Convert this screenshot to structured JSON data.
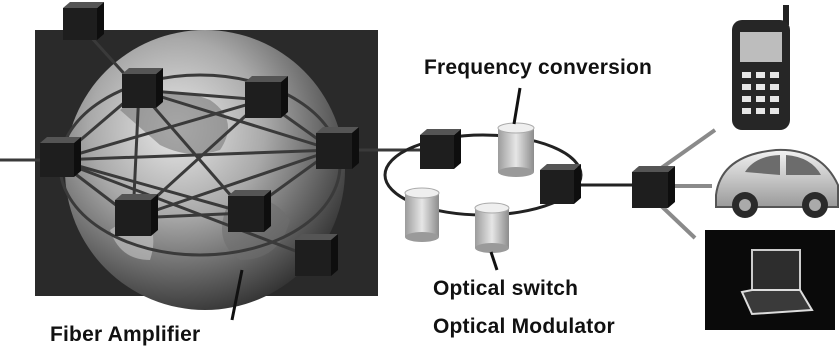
{
  "labels": {
    "frequency_conversion": "Frequency conversion",
    "optical_switch": "Optical switch",
    "optical_modulator": "Optical Modulator",
    "fiber_amplifier": "Fiber Amplifier"
  },
  "icons": {
    "globe": "earth-globe-icon",
    "node": "network-node-cube-icon",
    "cylinder": "optical-component-cylinder-icon",
    "phone": "mobile-phone-icon",
    "car": "car-icon",
    "laptop": "laptop-icon"
  },
  "colors": {
    "background": "#ffffff",
    "panel": "#2a2a2a",
    "node": "#1e1e1e",
    "link": "#3a3a3a",
    "cylinder": "#d8d8d8"
  }
}
